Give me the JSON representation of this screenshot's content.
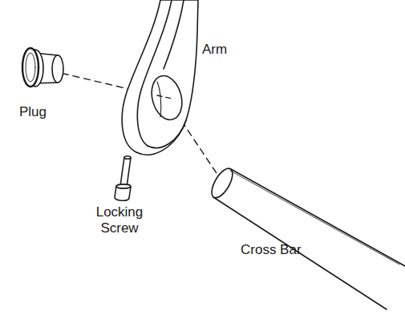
{
  "diagram": {
    "labels": [
      "Arm",
      "Plug",
      "Locking Screw",
      "Cross Bar"
    ]
  }
}
